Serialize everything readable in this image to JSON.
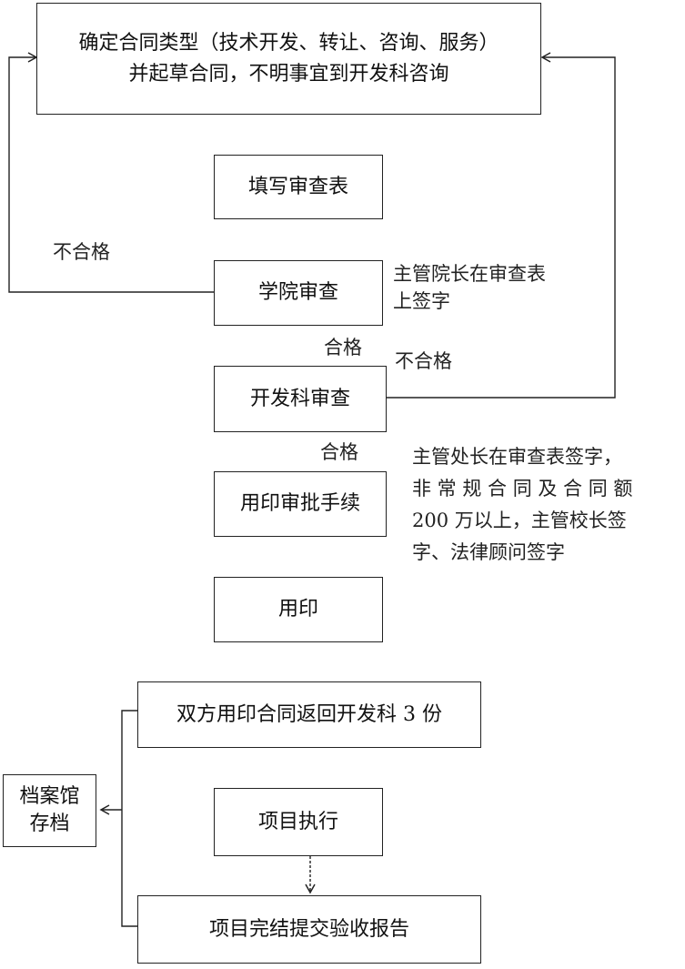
{
  "nodes": {
    "start_line1": "确定合同类型（技术开发、转让、咨询、服务）",
    "start_line2": "并起草合同，不明事宜到开发科咨询",
    "fill_form": "填写审查表",
    "college_review": "学院审查",
    "dev_review": "开发科审查",
    "seal_approval": "用印审批手续",
    "seal": "用印",
    "return_copies": "双方用印合同返回开发科 3 份",
    "project_exec": "项目执行",
    "final_report": "项目完结提交验收报告",
    "archive_line1": "档案馆",
    "archive_line2": "存档"
  },
  "labels": {
    "fail_left": "不合格",
    "college_note_line1": "主管院长在审查表",
    "college_note_line2": "上签字",
    "pass1": "合格",
    "fail_right": "不合格",
    "pass2": "合格",
    "seal_note_line1": "主管处长在审查表签字，",
    "seal_note_line2": "非 常 规 合 同 及 合 同 额",
    "seal_note_line3": "200 万以上，主管校长签",
    "seal_note_line4": "字、法律顾问签字"
  }
}
